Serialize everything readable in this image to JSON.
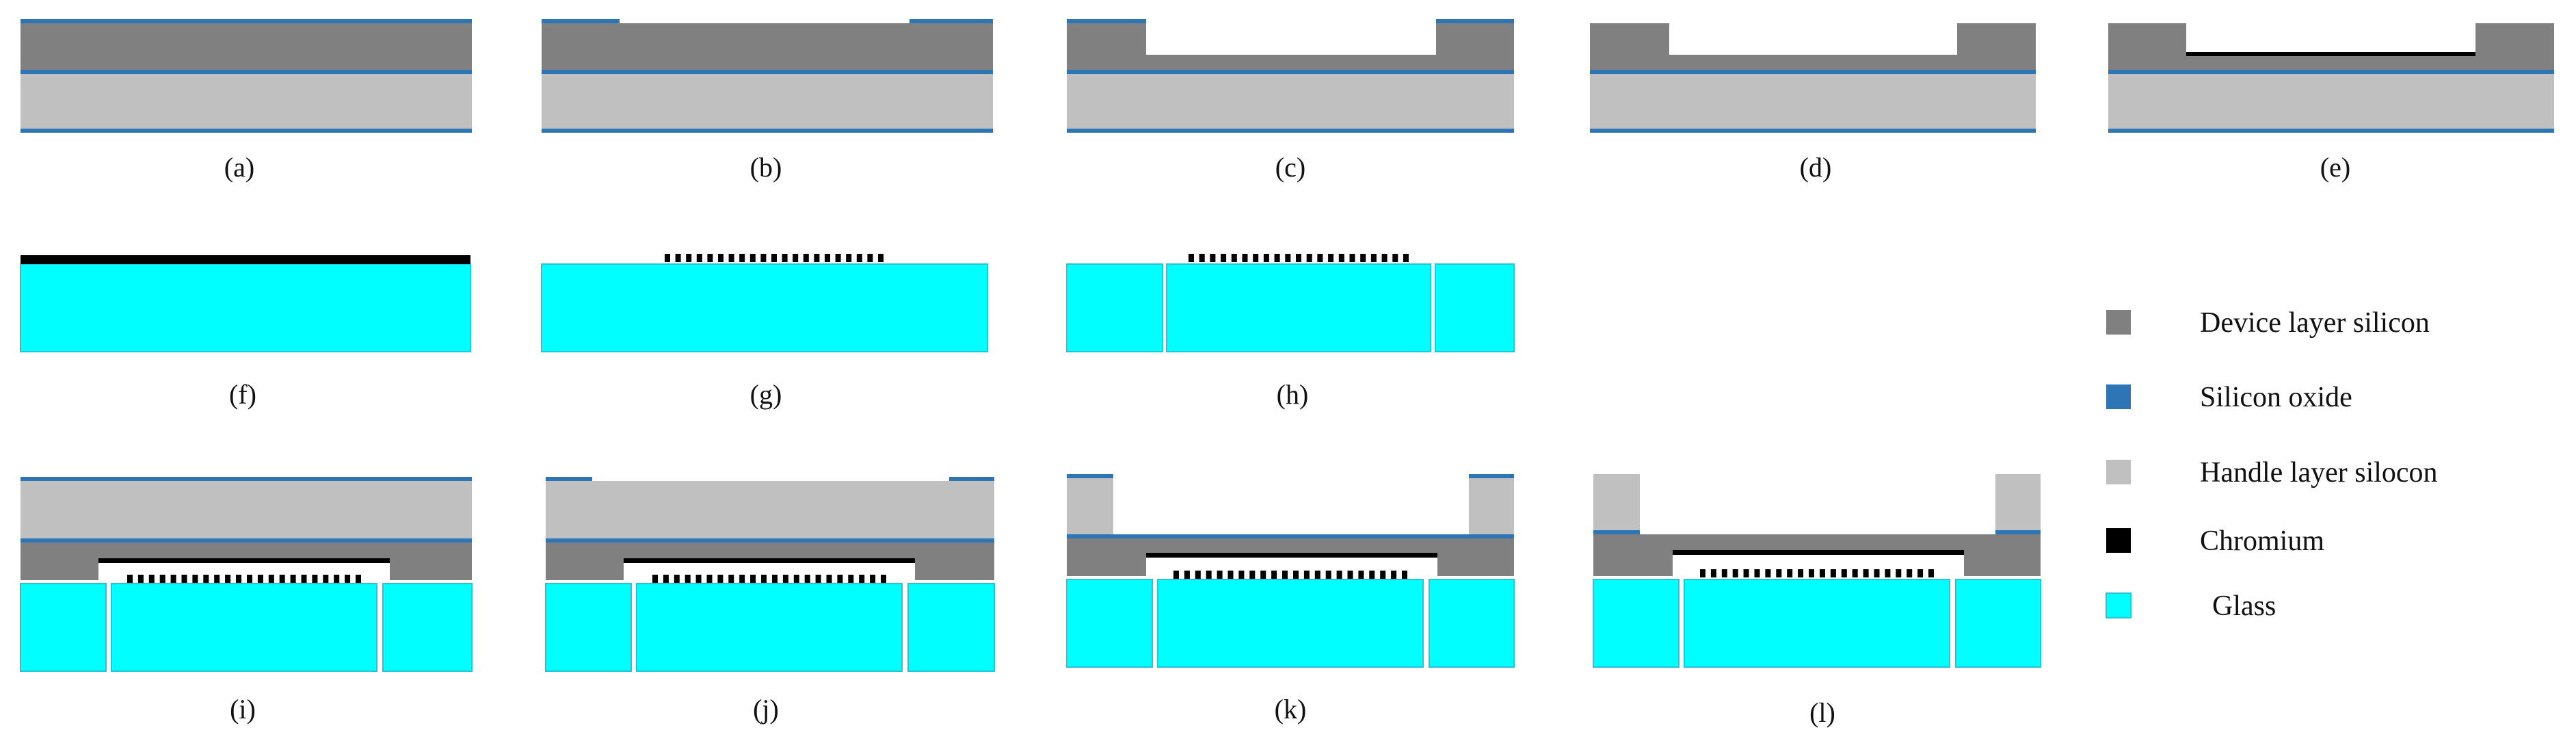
{
  "colors": {
    "device": "#808080",
    "oxide": "#2e75b6",
    "handle": "#c0c0c0",
    "chromium": "#000000",
    "glass": "#00ffff",
    "glass_edge": "#27c4d6",
    "background": "#ffffff"
  },
  "captions": [
    "(a)",
    "(b)",
    "(c)",
    "(d)",
    "(e)",
    "(f)",
    "(g)",
    "(h)",
    "(i)",
    "(j)",
    "(k)",
    "(l)"
  ],
  "legend": [
    {
      "label": "Device layer silicon",
      "color_key": "device"
    },
    {
      "label": "Silicon oxide",
      "color_key": "oxide"
    },
    {
      "label": "Handle layer silocon",
      "color_key": "handle"
    },
    {
      "label": "Chromium",
      "color_key": "chromium"
    },
    {
      "label": "Glass",
      "color_key": "glass"
    }
  ]
}
